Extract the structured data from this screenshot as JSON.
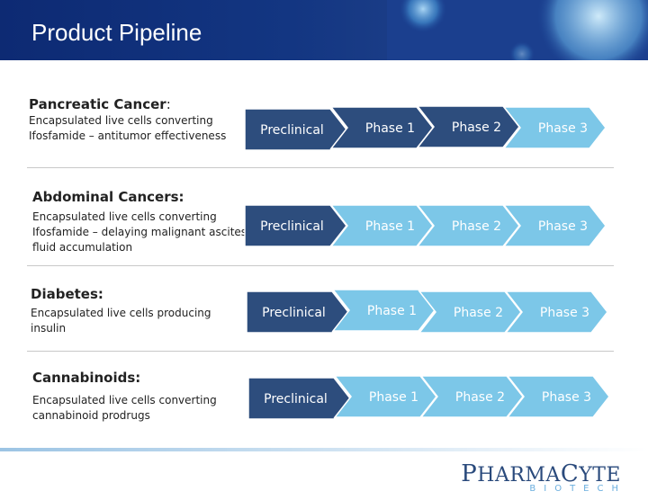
{
  "header": {
    "title": "Product Pipeline"
  },
  "colors": {
    "dark_stage": "#2d4d7d",
    "light_stage": "#7cc7e8",
    "header": "#133682",
    "logo": "#2a4a7c",
    "logo_sub": "#6aaede"
  },
  "rows": [
    {
      "title": "Pancreatic Cancer",
      "title_suffix": ":",
      "desc": "Encapsulated live cells converting Ifosfamide – antitumor effectiveness",
      "stages": [
        "Preclinical",
        "Phase 1",
        "Phase 2",
        "Phase 3"
      ],
      "completed": 3
    },
    {
      "title": "Abdominal Cancers:",
      "title_suffix": "",
      "desc": "Encapsulated live cells converting Ifosfamide – delaying malignant ascites fluid accumulation",
      "stages": [
        "Preclinical",
        "Phase 1",
        "Phase 2",
        "Phase 3"
      ],
      "completed": 1
    },
    {
      "title": "Diabetes:",
      "title_suffix": "",
      "desc": "Encapsulated live cells producing insulin",
      "stages": [
        "Preclinical",
        "Phase 1",
        "Phase 2",
        "Phase 3"
      ],
      "completed": 1
    },
    {
      "title": "Cannabinoids:",
      "title_suffix": "",
      "desc": "Encapsulated live cells converting cannabinoid prodrugs",
      "stages": [
        "Preclinical",
        "Phase 1",
        "Phase 2",
        "Phase 3"
      ],
      "completed": 1
    }
  ],
  "logo": {
    "first": "P",
    "main": "HARMA",
    "first2": "C",
    "main2": "YTE",
    "sub": "BIOTECH"
  }
}
